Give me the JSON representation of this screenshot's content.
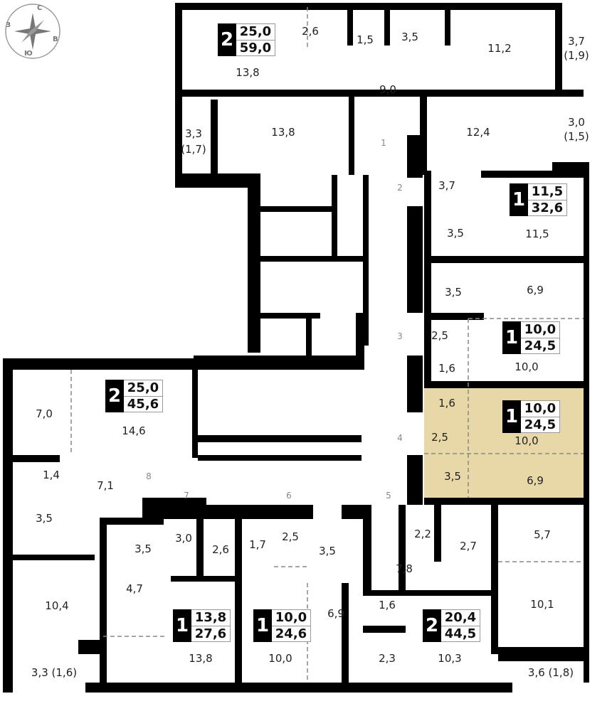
{
  "compass": {
    "north": "С",
    "east": "В",
    "south": "Ю",
    "west": "З"
  },
  "colors": {
    "highlight": "#e8d8a8",
    "wall": "#000000",
    "label": "#222222"
  },
  "apartments": [
    {
      "rooms": "2",
      "living": "25,0",
      "total": "59,0"
    },
    {
      "rooms": "1",
      "living": "11,5",
      "total": "32,6"
    },
    {
      "rooms": "1",
      "living": "10,0",
      "total": "24,5"
    },
    {
      "rooms": "1",
      "living": "10,0",
      "total": "24,5",
      "selected": true
    },
    {
      "rooms": "2",
      "living": "25,0",
      "total": "45,6"
    },
    {
      "rooms": "1",
      "living": "13,8",
      "total": "27,6"
    },
    {
      "rooms": "1",
      "living": "10,0",
      "total": "24,6"
    },
    {
      "rooms": "2",
      "living": "20,4",
      "total": "44,5"
    }
  ],
  "rooms": [
    "2,6",
    "1,5",
    "3,5",
    "11,2",
    "3,7",
    "(1,9)",
    "13,8",
    "9,0",
    "13,8",
    "3,3",
    "(1,7)",
    "12,4",
    "3,0",
    "(1,5)",
    "3,7",
    "11,5",
    "3,5",
    "6,9",
    "3,5",
    "2,5",
    "10,0",
    "1,6",
    "1,6",
    "10,0",
    "2,5",
    "3,5",
    "6,9",
    "7,0",
    "14,6",
    "1,4",
    "7,1",
    "3,5",
    "3,0",
    "2,6",
    "3,5",
    "1,7",
    "2,5",
    "3,5",
    "2,2",
    "2,7",
    "5,7",
    "7,8",
    "10,4",
    "4,7",
    "1,6",
    "6,9",
    "10,1",
    "3,3 (1,6)",
    "13,8",
    "10,0",
    "2,3",
    "10,3",
    "3,6 (1,8)"
  ],
  "doors": [
    "1",
    "2",
    "3",
    "4",
    "5",
    "6",
    "7",
    "8"
  ]
}
